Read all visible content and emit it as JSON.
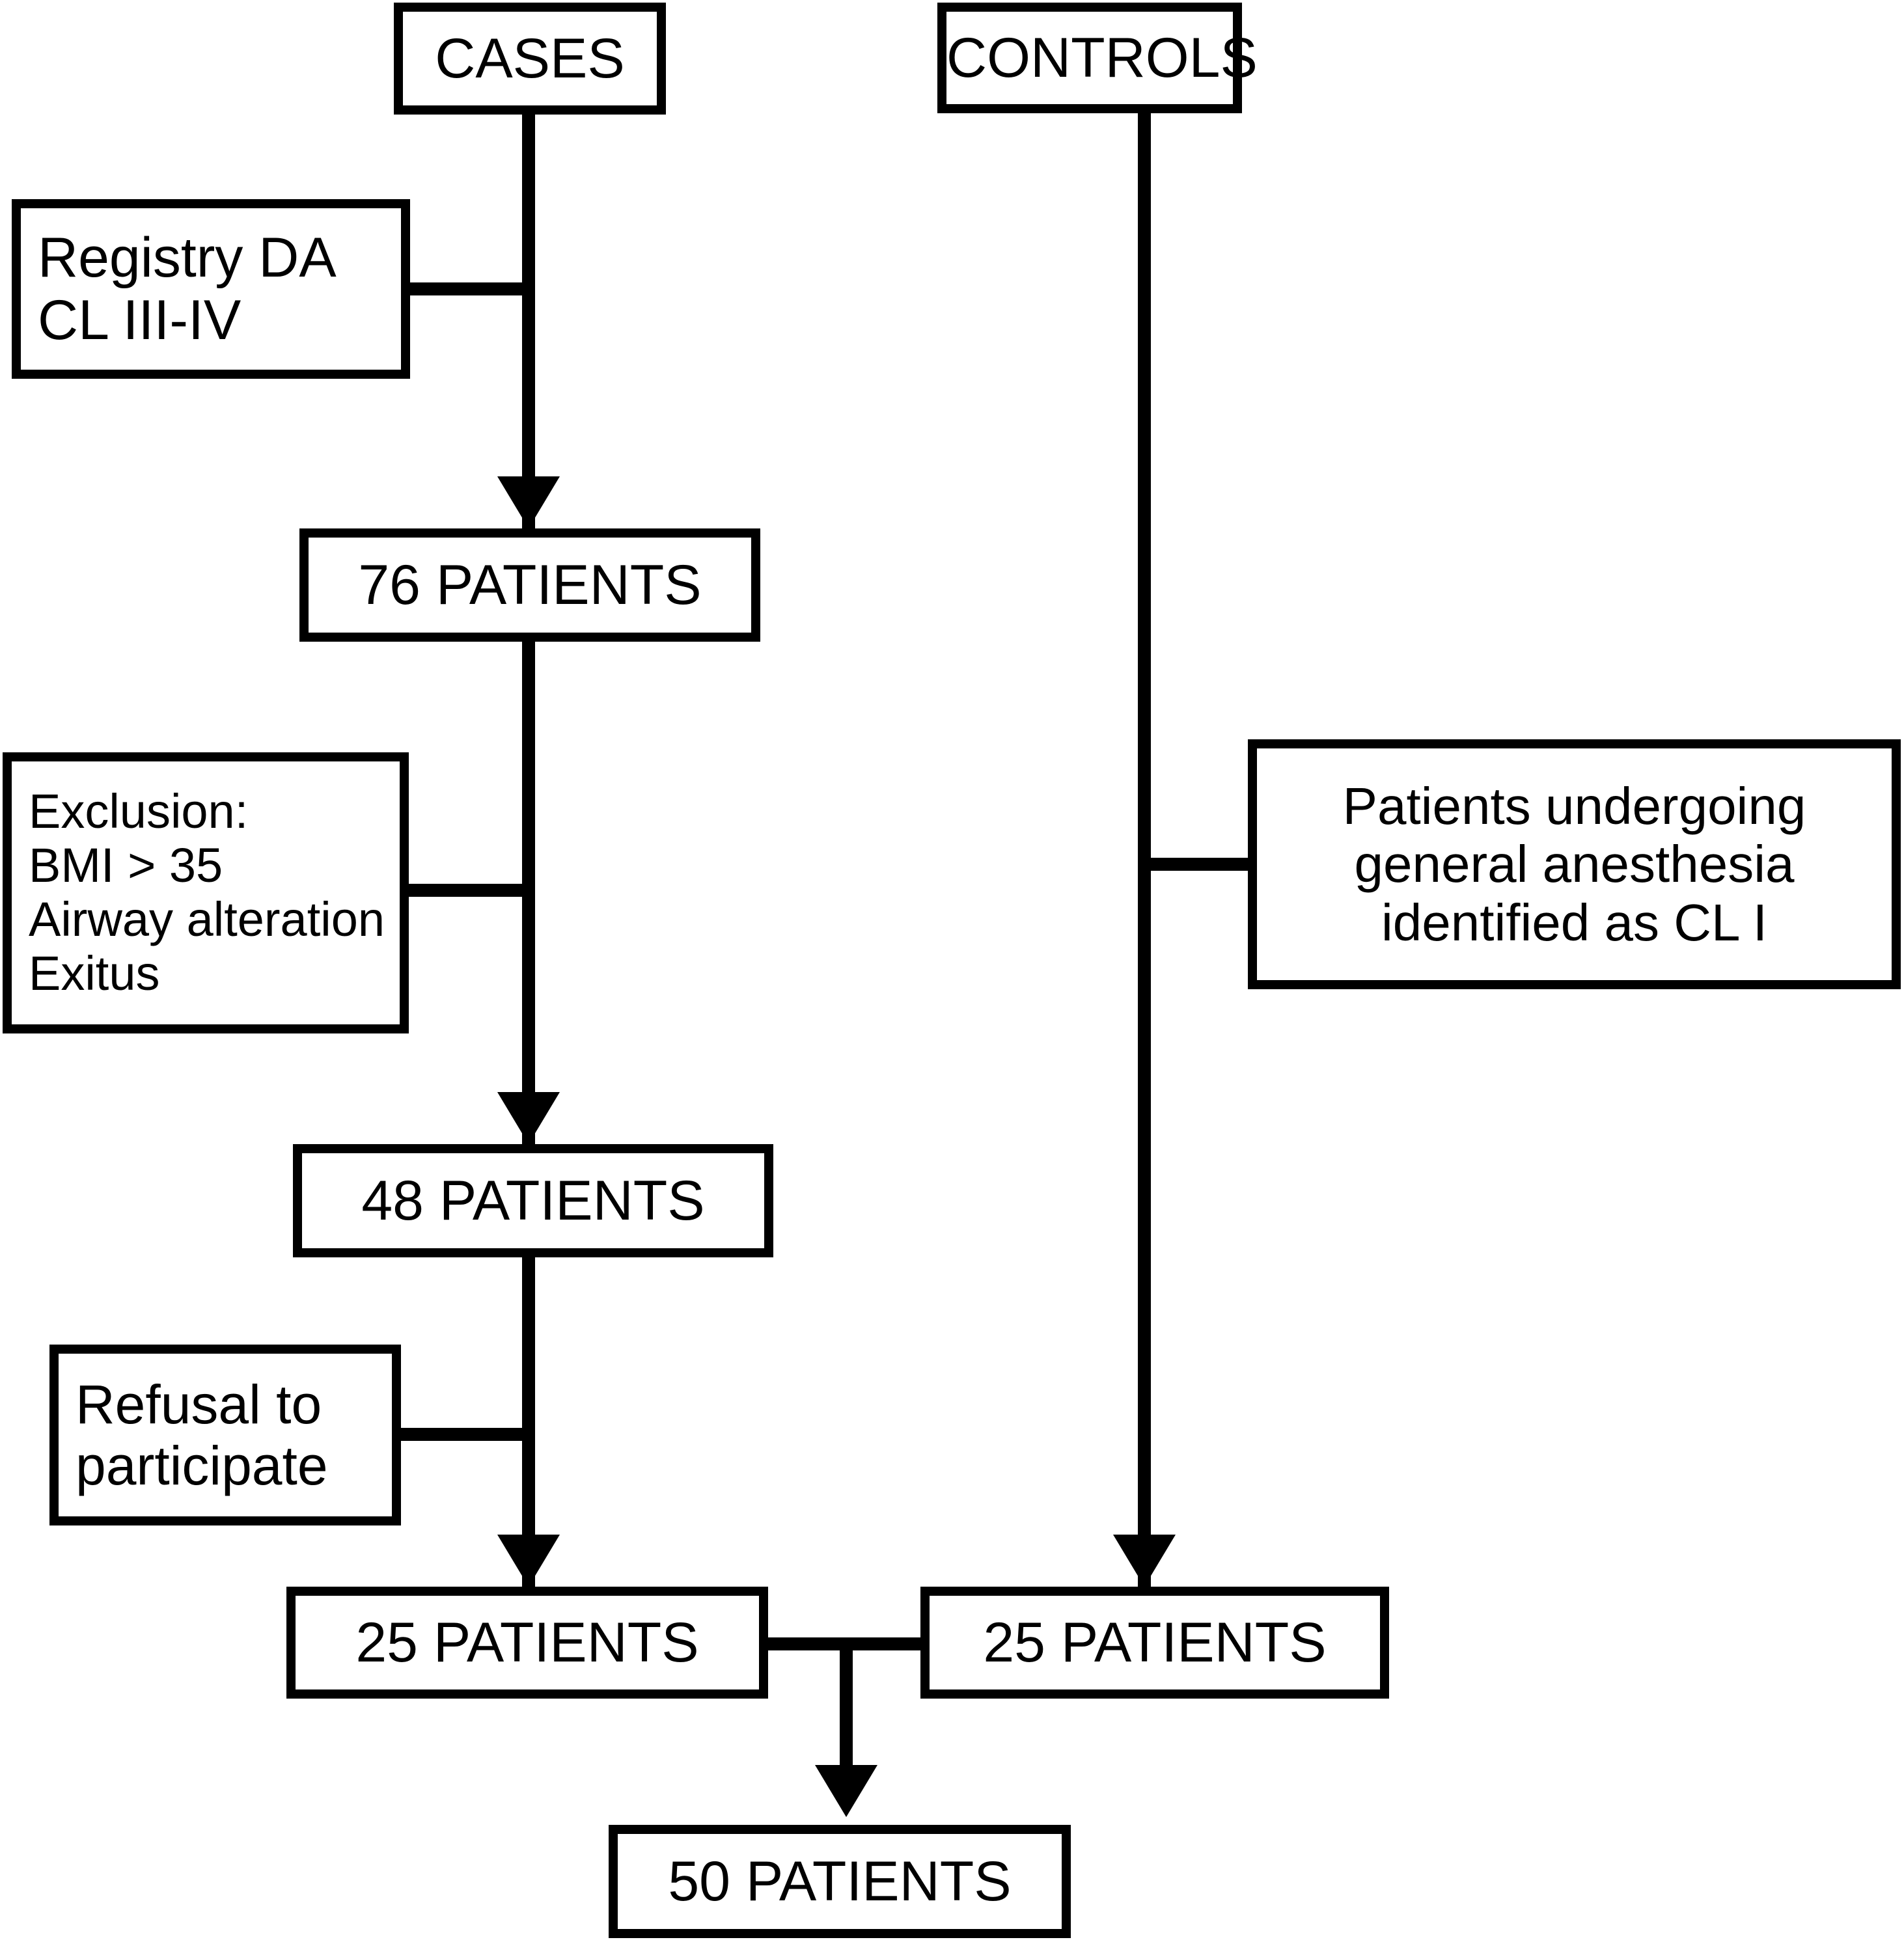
{
  "diagram": {
    "title": "Study participant flow diagram",
    "type": "flowchart",
    "stroke_color": "#000000",
    "background_color": "#ffffff",
    "branches": {
      "cases_label": "CASES",
      "controls_label": "CONTROLS"
    },
    "nodes": {
      "cases": "CASES",
      "controls": "CONTROLS",
      "registry": "Registry DA\nCL III-IV",
      "patients_76": "76 PATIENTS",
      "exclusion": "Exclusion:\nBMI > 35\nAirway alteration\nExitus",
      "anesthesia": "Patients undergoing\ngeneral anesthesia\nidentified as CL I",
      "patients_48": "48 PATIENTS",
      "refusal": "Refusal to\nparticipate",
      "patients_25_cases": "25 PATIENTS",
      "patients_25_controls": "25 PATIENTS",
      "patients_50": "50 PATIENTS"
    },
    "counts": {
      "registry_identified": 76,
      "after_exclusion": 48,
      "cases_enrolled": 25,
      "controls_enrolled": 25,
      "total_enrolled": 50
    }
  }
}
